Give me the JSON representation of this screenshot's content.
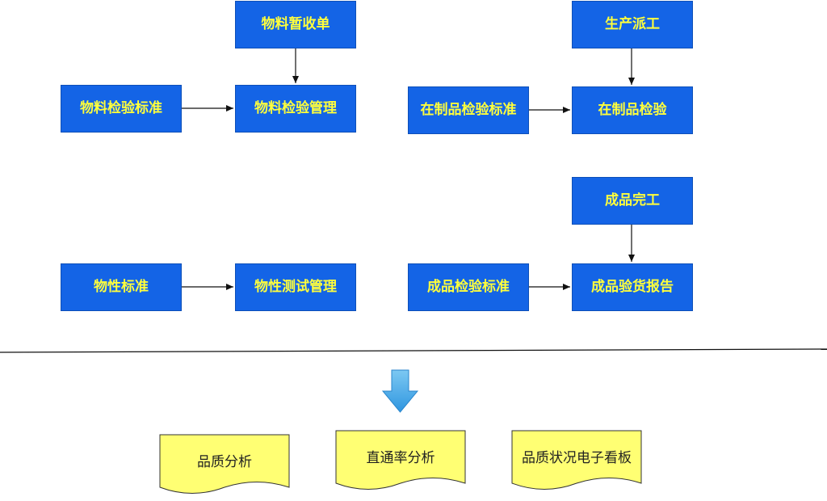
{
  "diagram": {
    "nodes": {
      "material_receipt": "物料暂收单",
      "material_inspection_standard": "物料检验标准",
      "material_inspection_mgmt": "物料检验管理",
      "production_dispatch": "生产派工",
      "wip_inspection_standard": "在制品检验标准",
      "wip_inspection": "在制品检验",
      "physical_standard": "物性标准",
      "physical_test_mgmt": "物性测试管理",
      "product_complete": "成品完工",
      "product_inspection_standard": "成品检验标准",
      "product_inspection_report": "成品验货报告"
    },
    "outputs": {
      "quality_analysis": "品质分析",
      "yield_analysis": "直通率分析",
      "quality_dashboard": "品质状况电子看板"
    },
    "colors": {
      "box_fill": "#1464e6",
      "box_text": "#ffff3c",
      "doc_fill": "#ffff73",
      "arrow_fill": "#4aaeea"
    }
  }
}
